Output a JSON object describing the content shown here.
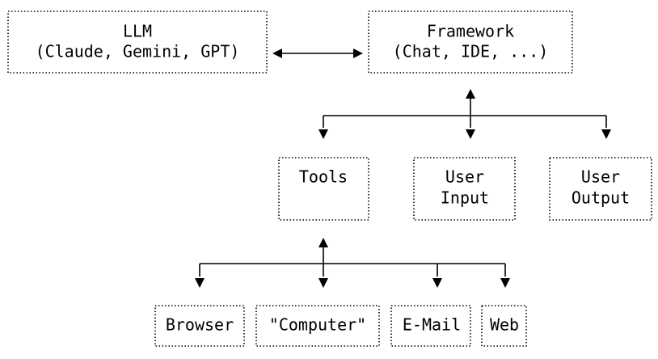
{
  "nodes": {
    "llm": {
      "line1": "LLM",
      "line2": "(Claude, Gemini, GPT)"
    },
    "framework": {
      "line1": "Framework",
      "line2": "(Chat, IDE, ...)"
    },
    "tools": {
      "line1": "Tools"
    },
    "user_input": {
      "line1": "User",
      "line2": "Input"
    },
    "user_output": {
      "line1": "User",
      "line2": "Output"
    },
    "browser": {
      "line1": "Browser"
    },
    "computer": {
      "line1": "\"Computer\""
    },
    "email": {
      "line1": "E-Mail"
    },
    "web": {
      "line1": "Web"
    }
  }
}
